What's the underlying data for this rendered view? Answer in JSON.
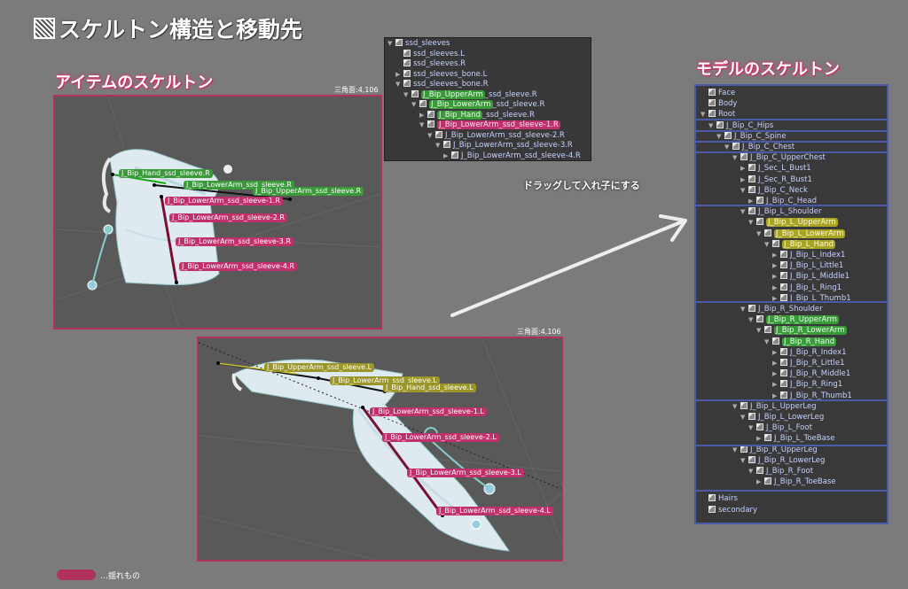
{
  "title": "スケルトン構造と移動先",
  "item_skeleton_title": "アイテムのスケルトン",
  "model_skeleton_title": "モデルのスケルトン",
  "tri_count_top": "三角面:4,106",
  "tri_count_bottom": "三角面:4,106",
  "drag_text": "ドラッグして入れ子にする",
  "legend_text": "…揺れもの",
  "item_hierarchy": [
    {
      "label": "ssd_sleeves",
      "arrow": "▼",
      "hl": ""
    },
    {
      "label": "ssd_sleeves.L",
      "arrow": "",
      "hl": ""
    },
    {
      "label": "ssd_sleeves.R",
      "arrow": "",
      "hl": ""
    },
    {
      "label": "ssd_sleeves_bone.L",
      "arrow": "▶",
      "hl": ""
    },
    {
      "label": "ssd_sleeves_bone.R",
      "arrow": "▼",
      "hl": ""
    },
    {
      "label_hl": "J_Bip_UpperArm",
      "label": "_ssd_sleeve.R",
      "arrow": "▼",
      "hl": "g"
    },
    {
      "label_hl": "J_Bip_LowerArm",
      "label": "_ssd_sleeve.R",
      "arrow": "▼",
      "hl": "g"
    },
    {
      "label_hl": "J_Bip_Hand",
      "label": "_ssd_sleeve.R",
      "arrow": "▶",
      "hl": "g"
    },
    {
      "label_hl": "J_Bip_LowerArm_ssd_sleeve-1.R",
      "label": "",
      "arrow": "▼",
      "hl": "p"
    },
    {
      "label": "J_Bip_LowerArm_ssd_sleeve-2.R",
      "arrow": "▼",
      "hl": ""
    },
    {
      "label": "J_Bip_LowerArm_ssd_sleeve-3.R",
      "arrow": "▼",
      "hl": ""
    },
    {
      "label": "J_Bip_LowerArm_ssd_sleeve-4.R",
      "arrow": "▶",
      "hl": ""
    }
  ],
  "model_hierarchy": [
    {
      "label": "Face",
      "arrow": "",
      "hl": ""
    },
    {
      "label": "Body",
      "arrow": "",
      "hl": ""
    },
    {
      "label": "Root",
      "arrow": "▼",
      "hl": ""
    },
    {
      "label": "J_Bip_C_Hips",
      "arrow": "▼",
      "hl": ""
    },
    {
      "label": "J_Bip_C_Spine",
      "arrow": "▼",
      "hl": ""
    },
    {
      "label": "J_Bip_C_Chest",
      "arrow": "▼",
      "hl": ""
    },
    {
      "label": "J_Bip_C_UpperChest",
      "arrow": "▼",
      "hl": ""
    },
    {
      "label": "J_Sec_L_Bust1",
      "arrow": "▶",
      "hl": ""
    },
    {
      "label": "J_Sec_R_Bust1",
      "arrow": "▶",
      "hl": ""
    },
    {
      "label": "J_Bip_C_Neck",
      "arrow": "▼",
      "hl": ""
    },
    {
      "label": "J_Bip_C_Head",
      "arrow": "▶",
      "hl": ""
    },
    {
      "label": "J_Bip_L_Shoulder",
      "arrow": "▼",
      "hl": ""
    },
    {
      "label": "J_Bip_L_UpperArm",
      "arrow": "▼",
      "hl": "y"
    },
    {
      "label": "J_Bip_L_LowerArm",
      "arrow": "▼",
      "hl": "y"
    },
    {
      "label": "J_Bip_L_Hand",
      "arrow": "▼",
      "hl": "y"
    },
    {
      "label": "J_Bip_L_Index1",
      "arrow": "▶",
      "hl": ""
    },
    {
      "label": "J_Bip_L_Little1",
      "arrow": "▶",
      "hl": ""
    },
    {
      "label": "J_Bip_L_Middle1",
      "arrow": "▶",
      "hl": ""
    },
    {
      "label": "J_Bip_L_Ring1",
      "arrow": "▶",
      "hl": ""
    },
    {
      "label": "J_Bip_L_Thumb1",
      "arrow": "▶",
      "hl": ""
    },
    {
      "label": "J_Bip_R_Shoulder",
      "arrow": "▼",
      "hl": ""
    },
    {
      "label": "J_Bip_R_UpperArm",
      "arrow": "▼",
      "hl": "g"
    },
    {
      "label": "J_Bip_R_LowerArm",
      "arrow": "▼",
      "hl": "g"
    },
    {
      "label": "J_Bip_R_Hand",
      "arrow": "▼",
      "hl": "g"
    },
    {
      "label": "J_Bip_R_Index1",
      "arrow": "▶",
      "hl": ""
    },
    {
      "label": "J_Bip_R_Little1",
      "arrow": "▶",
      "hl": ""
    },
    {
      "label": "J_Bip_R_Middle1",
      "arrow": "▶",
      "hl": ""
    },
    {
      "label": "J_Bip_R_Ring1",
      "arrow": "▶",
      "hl": ""
    },
    {
      "label": "J_Bip_R_Thumb1",
      "arrow": "▶",
      "hl": ""
    },
    {
      "label": "J_Bip_L_UpperLeg",
      "arrow": "▼",
      "hl": ""
    },
    {
      "label": "J_Bip_L_LowerLeg",
      "arrow": "▼",
      "hl": ""
    },
    {
      "label": "J_Bip_L_Foot",
      "arrow": "▼",
      "hl": ""
    },
    {
      "label": "J_Bip_L_ToeBase",
      "arrow": "▶",
      "hl": ""
    },
    {
      "label": "J_Bip_R_UpperLeg",
      "arrow": "▼",
      "hl": ""
    },
    {
      "label": "J_Bip_R_LowerLeg",
      "arrow": "▼",
      "hl": ""
    },
    {
      "label": "J_Bip_R_Foot",
      "arrow": "▼",
      "hl": ""
    },
    {
      "label": "J_Bip_R_ToeBase",
      "arrow": "▶",
      "hl": ""
    },
    {
      "label": "Hairs",
      "arrow": "",
      "hl": ""
    },
    {
      "label": "secondary",
      "arrow": "",
      "hl": ""
    }
  ],
  "top_bone_labels": {
    "hand": "J_Bip_Hand_ssd_sleeve.R",
    "lower": "J_Bip_LowerArm_ssd_sleeve.R",
    "upper": "J_Bip_UpperArm_ssd_sleeve.R",
    "s1": "J_Bip_LowerArm_ssd_sleeve-1.R",
    "s2": "J_Bip_LowerArm_ssd_sleeve-2.R",
    "s3": "J_Bip_LowerArm_ssd_sleeve-3.R",
    "s4": "J_Bip_LowerArm_ssd_sleeve-4.R"
  },
  "bottom_bone_labels": {
    "upper": "J_Bip_UpperArm_ssd_sleeve.L",
    "lower": "J_Bip_LowerArm_ssd_sleeve.L",
    "hand": "J_Bip_Hand_ssd_sleeve.L",
    "s1": "J_Bip_LowerArm_ssd_sleeve-1.L",
    "s2": "J_Bip_LowerArm_ssd_sleeve-2.L",
    "s3": "J_Bip_LowerArm_ssd_sleeve-3.L",
    "s4": "J_Bip_LowerArm_ssd_sleeve-4.L"
  }
}
